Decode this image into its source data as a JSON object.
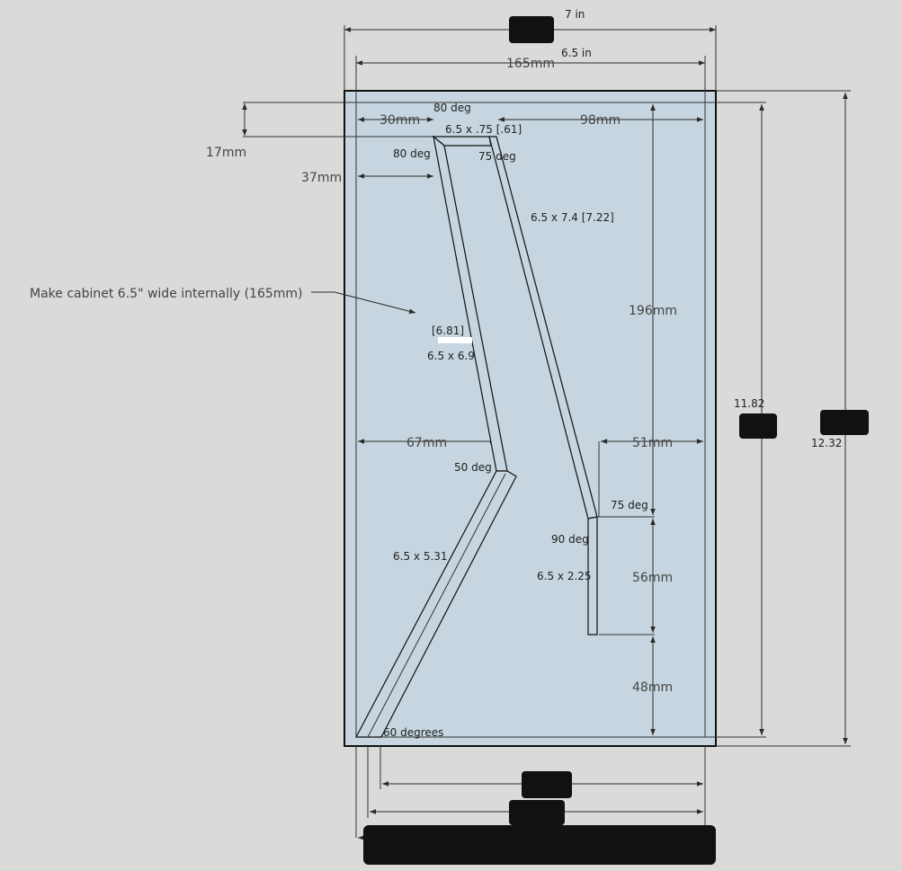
{
  "colors": {
    "background": "#dadad8",
    "cabinet_fill": "#c6d5df",
    "outline": "#111111",
    "dimension_line": "#2b2b2b",
    "redaction": "#111111"
  },
  "labels": {
    "dim_7in": "7 in",
    "dim_6_5in": "6.5 in",
    "dim_165mm": "165mm",
    "dim_30mm": "30mm",
    "dim_80deg_top": "80 deg",
    "dim_98mm": "98mm",
    "panel_top": "6.5 x .75 [.61]",
    "dim_17mm": "17mm",
    "dim_80deg_left": "80 deg",
    "dim_75deg_top": "75 deg",
    "dim_37mm": "37mm",
    "panel_right_long": "6.5 x 7.4  [7.22]",
    "note_text": "Make cabinet 6.5\" wide internally (165mm)",
    "dim_196mm": "196mm",
    "panel_left_upper_alt": "[6.81]",
    "panel_left_upper": "6.5 x 6.9",
    "dim_11_82": "11.82",
    "dim_12_32": "12.32",
    "dim_67mm": "67mm",
    "dim_51mm": "51mm",
    "dim_50deg": "50 deg",
    "dim_75deg_mid": "75 deg",
    "dim_90deg": "90 deg",
    "panel_left_lower": "6.5 x 5.31",
    "panel_right_short": "6.5 x 2.25",
    "dim_56mm": "56mm",
    "dim_48mm": "48mm",
    "dim_60deg": "60 degrees"
  }
}
